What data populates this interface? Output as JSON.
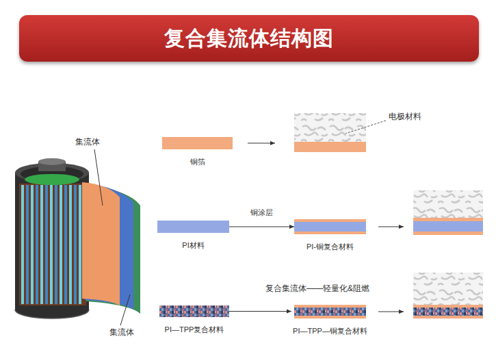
{
  "diagram": {
    "title": "复合集流体结构图",
    "nodes": [
      {
        "text": [
          "铜箔"
        ]
      },
      {
        "text": [
          "PI材料"
        ]
      },
      {
        "text": [
          "PI-铜复合材料"
        ]
      },
      {
        "text": [
          "PI—TPP复合材料"
        ]
      },
      {
        "text": [
          "PI—TPP—铜复合材料"
        ]
      }
    ],
    "edges": [
      {
        "from": 1,
        "to": 2,
        "arrow": "to",
        "label": "铜涂层"
      },
      {
        "from": 3,
        "to": 4,
        "arrow": "to"
      }
    ],
    "labels": [
      "集流体",
      "集流体",
      "电极材料",
      "复合集流体——轻量化&阻燃"
    ]
  }
}
